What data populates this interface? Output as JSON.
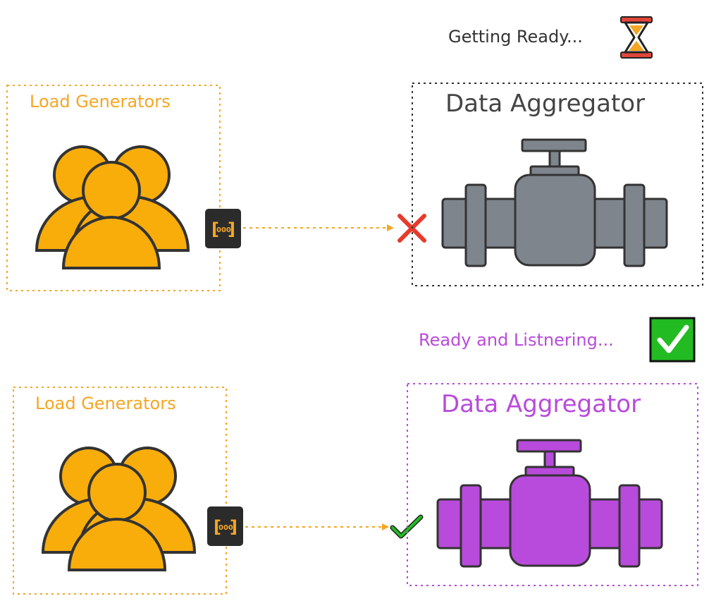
{
  "colors": {
    "orange": "#f5a623",
    "grey": "#7f858c",
    "purple": "#b84bdb",
    "outline": "#3a3a3a",
    "red": "#e8392a",
    "green": "#22bb22"
  },
  "top": {
    "status_text": "Getting Ready...",
    "status_icon": "hourglass-icon",
    "generators_label": "Load Generators",
    "aggregator_label": "Data Aggregator",
    "connection_state": "x-mark-icon"
  },
  "bottom": {
    "status_text": "Ready and Listnering...",
    "status_icon": "checkbox-check-icon",
    "generators_label": "Load Generators",
    "aggregator_label": "Data Aggregator",
    "connection_state": "check-mark-icon"
  }
}
